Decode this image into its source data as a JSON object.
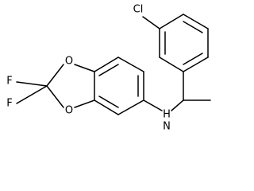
{
  "molecule": {
    "atoms": {
      "chlorine": "Cl",
      "fluorine_top": "F",
      "fluorine_bottom": "F",
      "oxygen_top": "O",
      "oxygen_bottom": "O",
      "amine": "N",
      "amine_hydrogen": "H"
    }
  }
}
